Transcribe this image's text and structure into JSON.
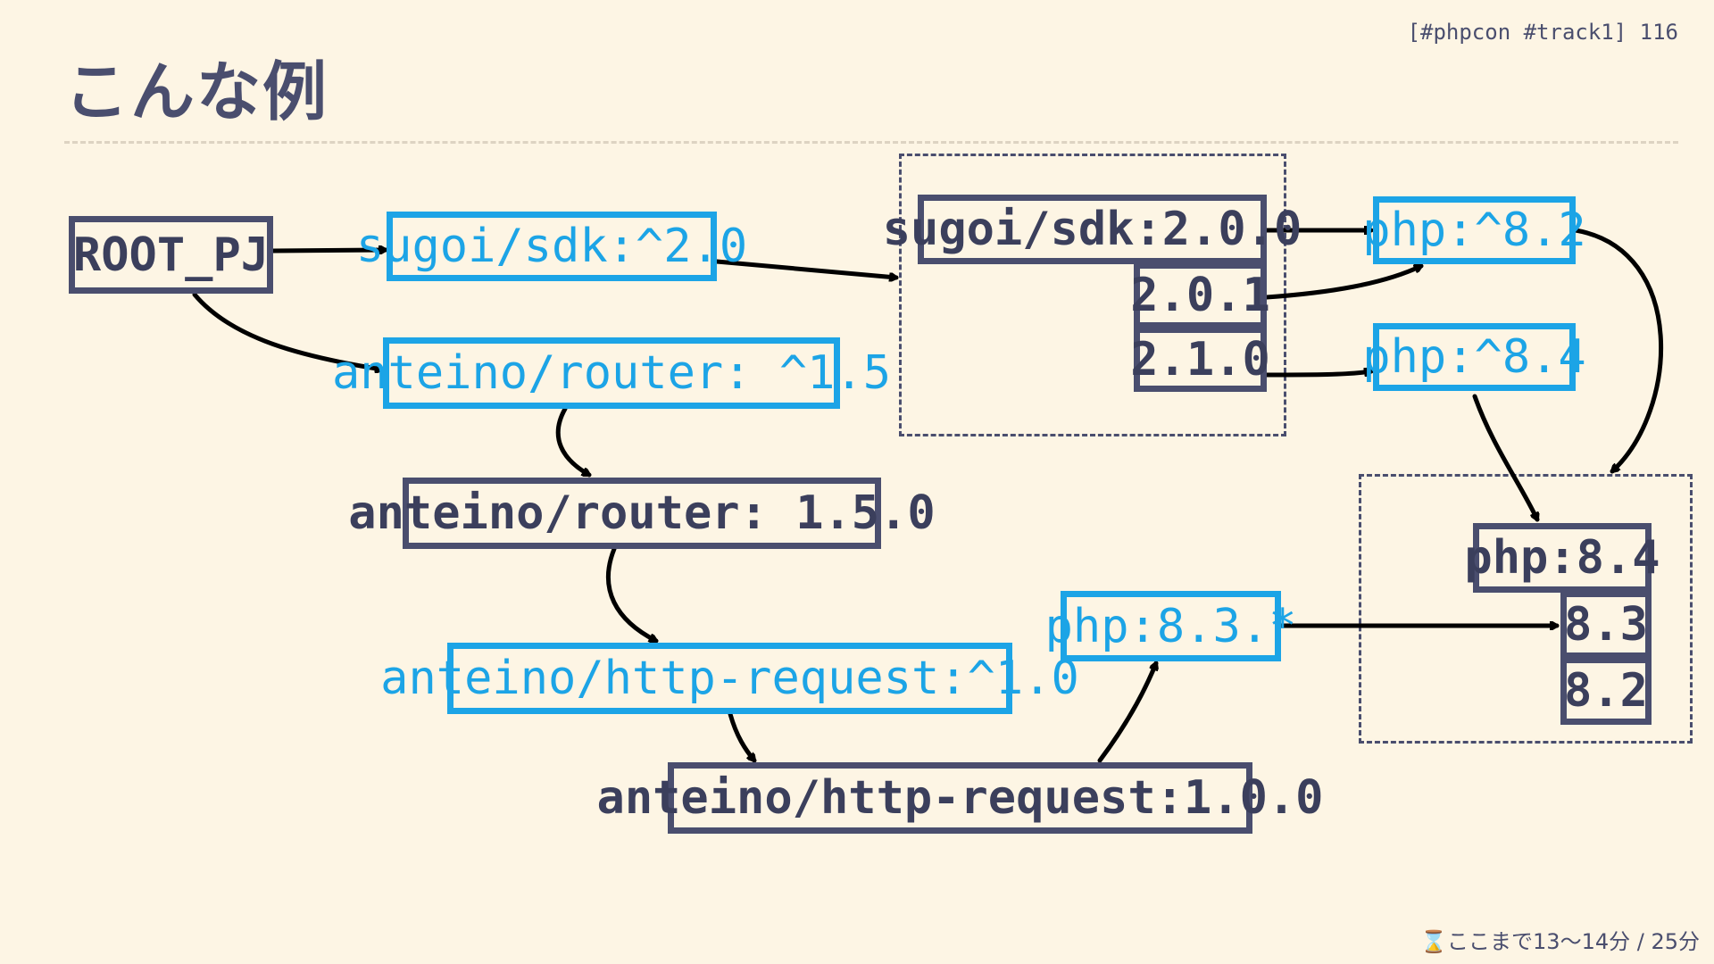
{
  "slide": {
    "title": "こんな例",
    "tag": "[#phpcon #track1] 116",
    "footer": "⌛ここまで13〜14分 / 25分"
  },
  "nodes": {
    "root": "ROOT_PJ",
    "req_sugoi": "sugoi/sdk:^2.0",
    "req_router": "anteino/router: ^1.5",
    "res_router": "anteino/router: 1.5.0",
    "req_http": "anteino/http-request:^1.0",
    "res_http": "anteino/http-request:1.0.0",
    "req_php83": "php:8.3.*",
    "res_sugoi_200": "sugoi/sdk:2.0.0",
    "res_sugoi_201": "2.0.1",
    "res_sugoi_210": "2.1.0",
    "req_php82": "php:^8.2",
    "req_php84": "php:^8.4",
    "res_php84": "php:8.4",
    "res_php83": "8.3",
    "res_php82": "8.2"
  },
  "colors": {
    "background": "#fdf5e4",
    "constraint": "#1ca4e6",
    "resolved": "#4a4e6e",
    "arrow": "#000000"
  }
}
